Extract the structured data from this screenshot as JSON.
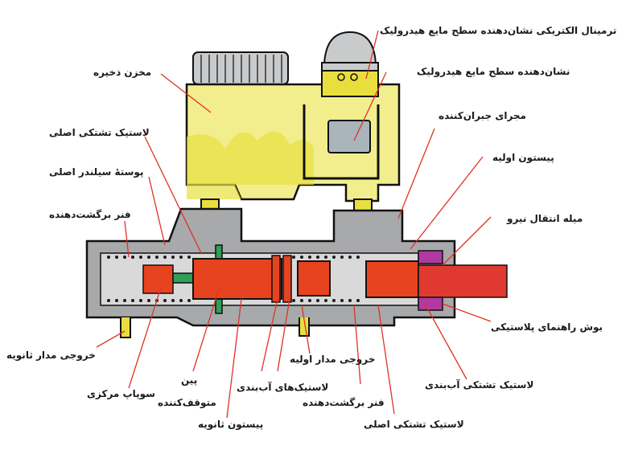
{
  "labels": {
    "electric_terminal": "ترمینال الکتریکی نشان‌دهنده سطح مایع هیدرولیک",
    "fluid_level_indicator": "نشان‌دهنده سطح مایع هیدرولیک",
    "reservoir": "مخزن ذخیره",
    "compensating_port": "مجرای جبران‌کننده",
    "primary_piston": "پیستون اولیه",
    "main_rubber_cup_upper": "لاستیک تشتکی اصلی",
    "cylinder_body": "پوستهٔ سیلندر اصلی",
    "return_spring_left": "فنر برگشت‌دهنده",
    "push_rod": "میله انتقال نیرو",
    "plastic_guide_bush": "بوش راهنمای پلاستیکی",
    "secondary_outlet": "خروجی مدار ثانویه",
    "primary_outlet": "خروجی مدار اولیه",
    "seal_cup_right": "لاستیک تشتکی آب‌بندی",
    "center_valve": "سوپاپ مرکزی",
    "stop_pin_line1": "پین",
    "stop_pin_line2": "متوقف‌کننده",
    "seal_rubbers": "لاستیک‌های آب‌بندی",
    "return_spring_bottom": "فنر برگشت‌دهنده",
    "main_rubber_cup_bottom": "لاستیک تشتکی اصلی",
    "secondary_piston": "پیستون ثانویه"
  },
  "colors": {
    "body": "#a7a9ab",
    "reservoir": "#f2ee8e",
    "reservoir_dark": "#e8df3f",
    "piston_red": "#e8431f",
    "push_rod": "#e03a30",
    "seal_green": "#2f9e57",
    "bush_purple": "#b03aa0",
    "spring_dots": "#1a1a1a",
    "leader": "#e03226"
  }
}
